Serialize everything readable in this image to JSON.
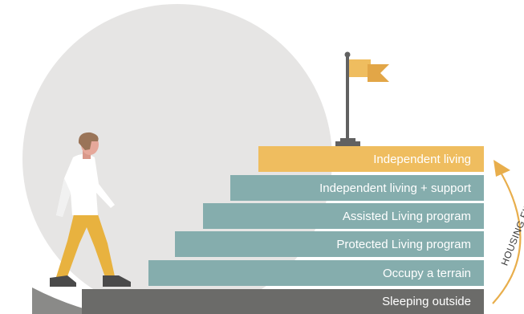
{
  "colors": {
    "circle": "#e6e5e4",
    "step": "#85adad",
    "step_top": "#efbd5f",
    "ground": "#6b6b69",
    "flag": "#efbd5f",
    "pole": "#616161",
    "arrow": "#e8ae4c",
    "shirt": "#ffffff",
    "pants": "#e8b23f",
    "skin": "#e6a89a",
    "hair": "#9a7458",
    "shoe": "#4a4a4a"
  },
  "icons": [
    "flag-icon",
    "person-walking-icon",
    "curved-arrow-icon"
  ],
  "steps": [
    {
      "label": "Independent living"
    },
    {
      "label": "Independent living + support"
    },
    {
      "label": "Assisted Living program"
    },
    {
      "label": "Protected Living program"
    },
    {
      "label": "Occupy a terrain"
    },
    {
      "label": "Sleeping outside"
    }
  ],
  "housing_first_label": "HOUSING FIRST"
}
